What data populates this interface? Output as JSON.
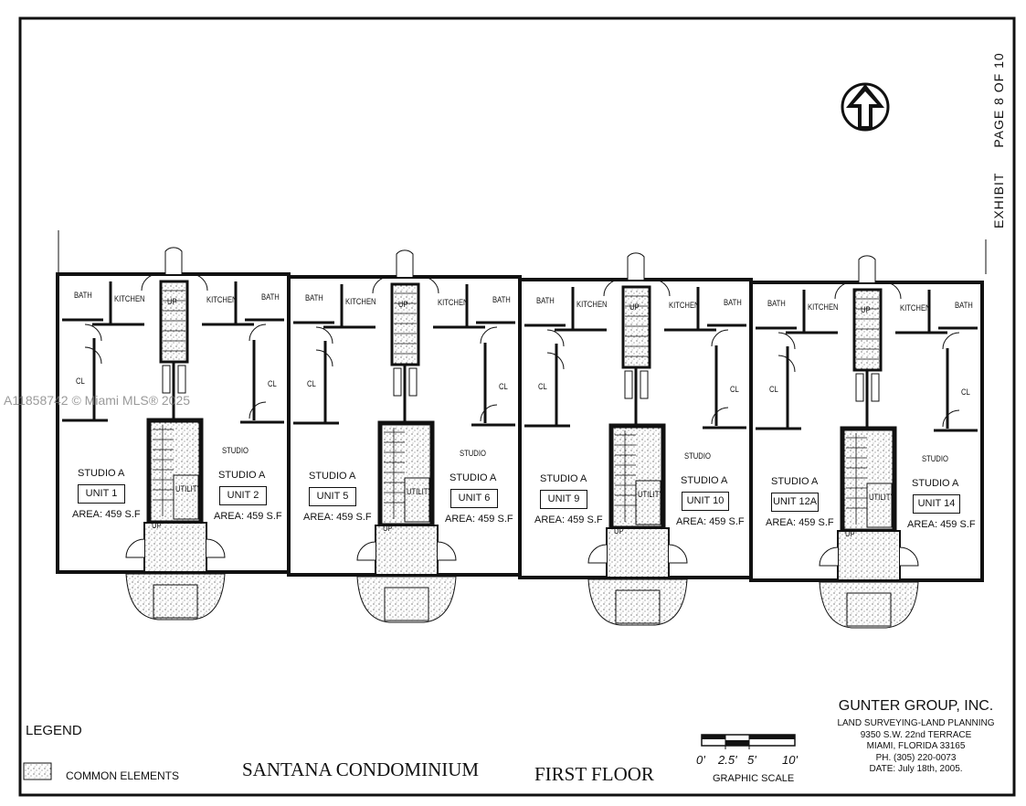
{
  "exhibit": {
    "label": "EXHIBIT",
    "page": "PAGE 8 OF 10"
  },
  "watermark": "A11858742 © Miami MLS® 2025",
  "rooms": {
    "bath": "BATH",
    "kitchen": "KITCHEN",
    "closet": "CL",
    "studio": "STUDIO",
    "up": "UP",
    "utility": "UTILITY"
  },
  "units": [
    {
      "type": "STUDIO A",
      "unit": "UNIT 1",
      "area": "AREA: 459 S.F"
    },
    {
      "type": "STUDIO A",
      "unit": "UNIT 2",
      "area": "AREA: 459 S.F"
    },
    {
      "type": "STUDIO A",
      "unit": "UNIT 5",
      "area": "AREA: 459 S.F"
    },
    {
      "type": "STUDIO A",
      "unit": "UNIT 6",
      "area": "AREA: 459 S.F"
    },
    {
      "type": "STUDIO A",
      "unit": "UNIT 9",
      "area": "AREA: 459 S.F"
    },
    {
      "type": "STUDIO A",
      "unit": "UNIT 10",
      "area": "AREA: 459 S.F"
    },
    {
      "type": "STUDIO A",
      "unit": "UNIT 12A",
      "area": "AREA: 459 S.F"
    },
    {
      "type": "STUDIO A",
      "unit": "UNIT 14",
      "area": "AREA: 459 S.F"
    }
  ],
  "legend": {
    "title": "LEGEND",
    "common": "COMMON ELEMENTS"
  },
  "title": {
    "project": "SANTANA CONDOMINIUM",
    "floor": "FIRST FLOOR"
  },
  "scale": {
    "ticks": [
      "0'",
      "2.5'",
      "5'",
      "10'"
    ],
    "label": "GRAPHIC SCALE"
  },
  "company": {
    "name": "GUNTER GROUP, INC.",
    "services": "LAND SURVEYING-LAND PLANNING",
    "address1": "9350 S.W. 22nd TERRACE",
    "address2": "MIAMI, FLORIDA 33165",
    "phone": "PH. (305) 220-0073",
    "date": "DATE: July 18th, 2005."
  }
}
